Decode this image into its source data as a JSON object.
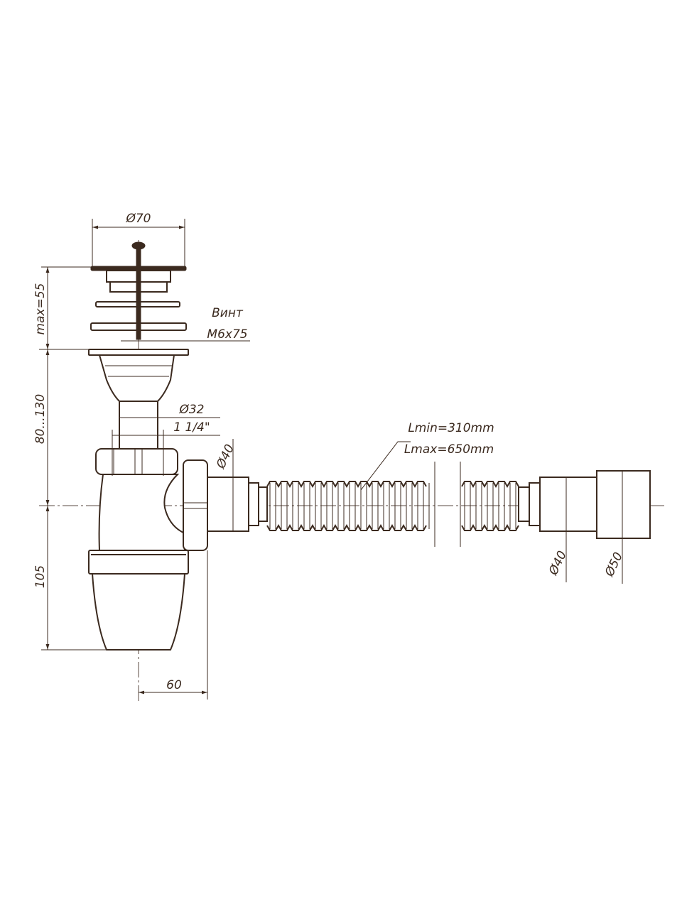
{
  "drawing": {
    "dimensions": {
      "strainer_diameter": "Ø70",
      "strainer_height": "max=55",
      "screw_label": "Винт",
      "screw_size": "M6x75",
      "inlet_height": "80...130",
      "inlet_diameter": "Ø32",
      "inlet_thread": "1 1/4\"",
      "outlet_diameter": "Ø40",
      "trap_height": "105",
      "outlet_offset": "60",
      "hose_min_length": "Lmin=310mm",
      "hose_max_length": "Lmax=650mm",
      "hose_end_diameter_small": "Ø40",
      "hose_end_diameter_large": "Ø50"
    },
    "line_color": "#3b2a1f"
  }
}
